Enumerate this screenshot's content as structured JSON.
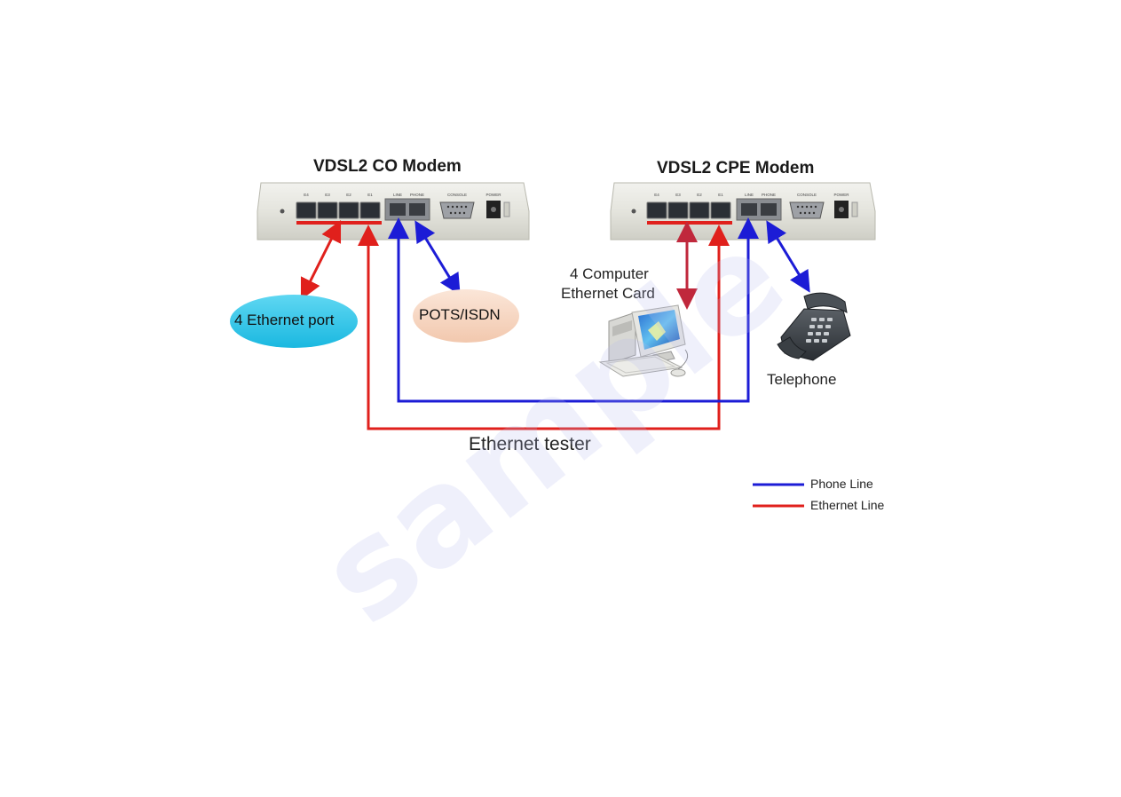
{
  "diagram": {
    "co_modem": {
      "title": "VDSL2 CO Modem",
      "port_labels": [
        "E4",
        "E3",
        "E2",
        "E1",
        "LINE",
        "PHONE",
        "CONSOLE",
        "POWER"
      ]
    },
    "cpe_modem": {
      "title": "VDSL2 CPE Modem",
      "port_labels": [
        "E4",
        "E3",
        "E2",
        "E1",
        "LINE",
        "PHONE",
        "CONSOLE",
        "POWER"
      ]
    },
    "labels": {
      "ethernet_port": "4 Ethernet port",
      "pots_isdn": "POTS/ISDN",
      "computer_line1": "4 Computer",
      "computer_line2": "Ethernet Card",
      "telephone": "Telephone",
      "ethernet_tester": "Ethernet tester"
    },
    "legend": [
      {
        "label": "Phone Line",
        "color": "#1c1cd6"
      },
      {
        "label": "Ethernet Line",
        "color": "#e0201c"
      }
    ],
    "colors": {
      "phone_line": "#1c1cd6",
      "ethernet_line": "#e0201c",
      "ethernet_bubble": "#2ec6ea",
      "pots_bubble": "#f8d8c4"
    },
    "watermark": "sample"
  }
}
